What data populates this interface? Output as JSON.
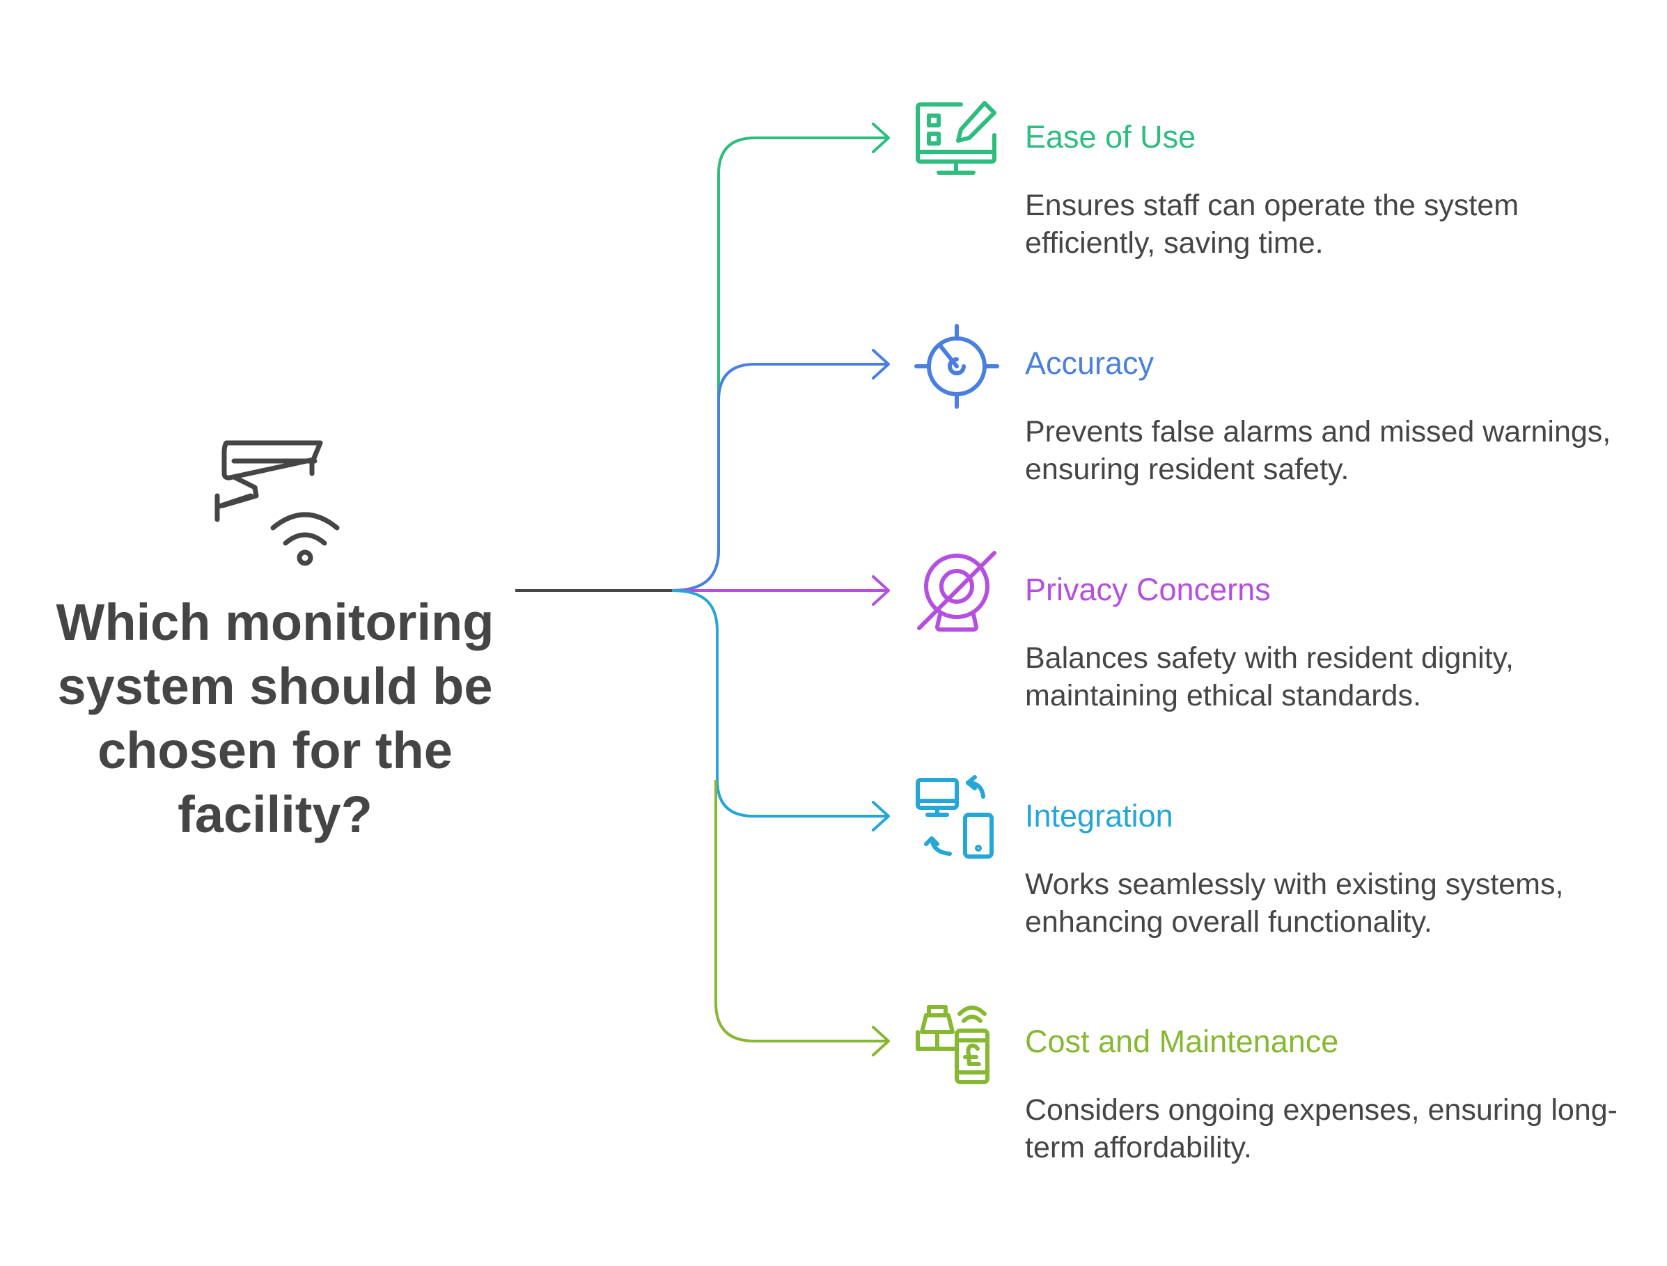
{
  "question": "Which monitoring system should be chosen for the facility?",
  "center_icon": "security-camera-wifi-icon",
  "items": [
    {
      "title": "Ease of Use",
      "description": "Ensures staff can operate the system efficiently, saving time.",
      "color": "#2dbd7e",
      "icon": "monitor-edit-icon"
    },
    {
      "title": "Accuracy",
      "description": "Prevents false alarms and missed warnings, ensuring resident safety.",
      "color": "#4a7fe0",
      "icon": "target-crosshair-icon"
    },
    {
      "title": "Privacy Concerns",
      "description": "Balances safety with resident dignity, maintaining ethical standards.",
      "color": "#b44fe0",
      "icon": "webcam-off-icon"
    },
    {
      "title": "Integration",
      "description": "Works seamlessly with existing systems, enhancing overall functionality.",
      "color": "#24a6d6",
      "icon": "device-sync-icon"
    },
    {
      "title": "Cost and Maintenance",
      "description": "Considers ongoing expenses, ensuring long-term affordability.",
      "color": "#86b832",
      "icon": "scale-pound-phone-icon"
    }
  ],
  "colors": {
    "text": "#454545",
    "stem": "#454545"
  }
}
